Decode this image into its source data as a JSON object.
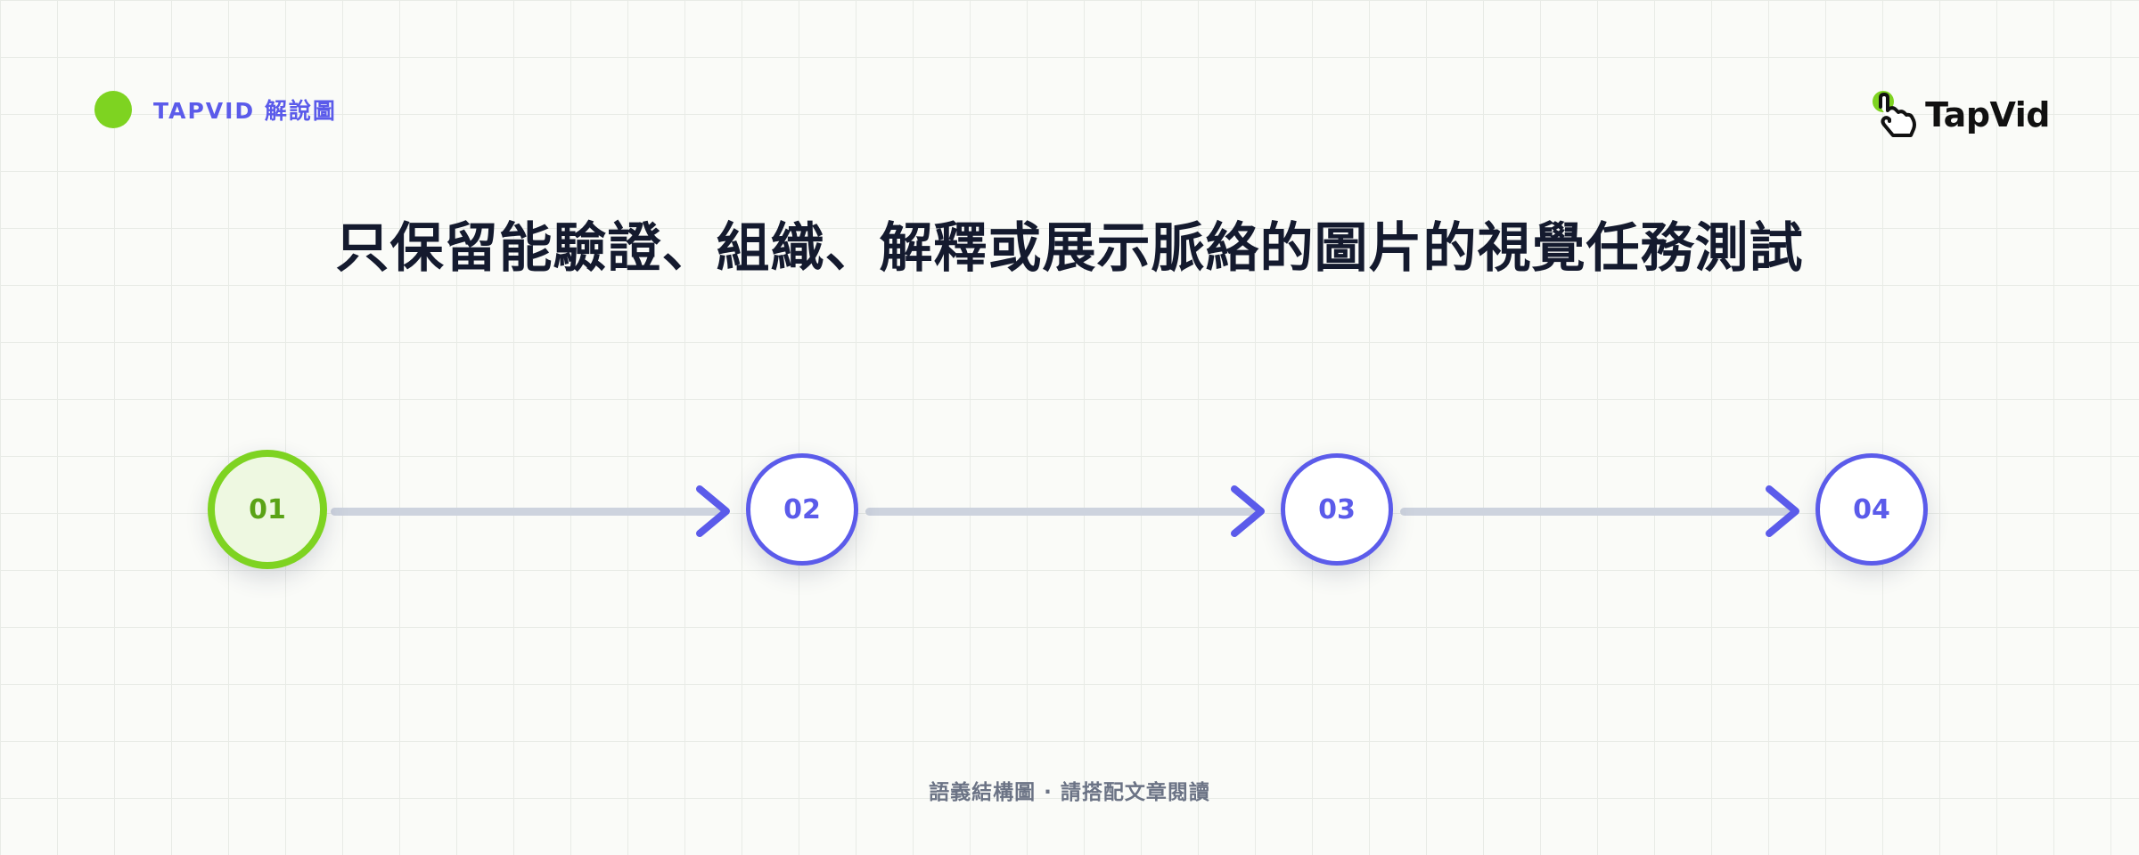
{
  "header": {
    "tag_text": "TAPVID 解說圖",
    "logo_text": "TapVid",
    "colors": {
      "accent": "#5b5bea",
      "green": "#7ed321"
    }
  },
  "title": "只保留能驗證、組織、解釋或展示脈絡的圖片的視覺任務測試",
  "steps": [
    {
      "label": "01",
      "active": true
    },
    {
      "label": "02",
      "active": false
    },
    {
      "label": "03",
      "active": false
    },
    {
      "label": "04",
      "active": false
    }
  ],
  "footer": {
    "note": "語義結構圖 · 請搭配文章閱讀"
  }
}
